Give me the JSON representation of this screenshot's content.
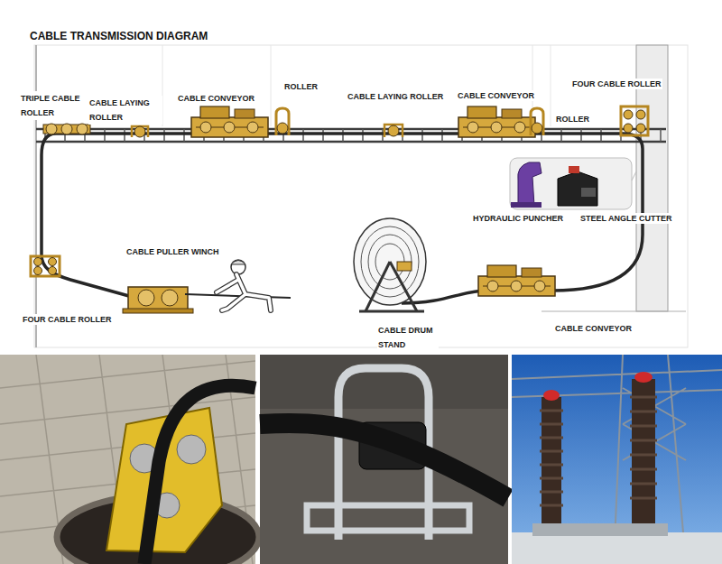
{
  "diagram": {
    "title": "CABLE TRANSMISSION DIAGRAM",
    "labels": [
      "TRIPLE CABLE ROLLER",
      "CABLE LAYING ROLLER",
      "CABLE CONVEYOR",
      "ROLLER",
      "CABLE LAYING ROLLER",
      "CABLE CONVEYOR",
      "FOUR CABLE ROLLER",
      "ROLLER",
      "HYDRAULIC PUNCHER",
      "STEEL ANGLE CUTTER",
      "CABLE PULLER WINCH",
      "FOUR CABLE ROLLER",
      "CABLE DRUM STAND",
      "CABLE CONVEYOR"
    ]
  }
}
